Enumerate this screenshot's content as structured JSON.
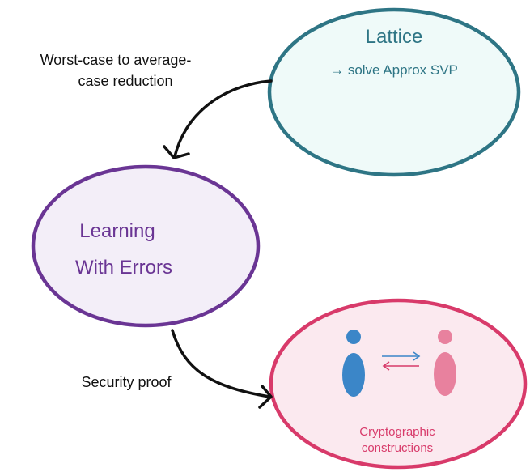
{
  "colors": {
    "lattice_stroke": "#2e7585",
    "lattice_fill": "#effaf9",
    "lattice_text": "#2e7585",
    "lwe_stroke": "#6a3594",
    "lwe_fill": "#f3eef8",
    "lwe_text": "#6a3594",
    "crypto_stroke": "#d83a6a",
    "crypto_fill": "#fbe9ef",
    "crypto_text": "#d83a6a",
    "arrow": "#111111",
    "person_left": "#3b86c8",
    "person_right": "#e8819e",
    "exchange_top": "#3b86c8",
    "exchange_bottom": "#d83a6a"
  },
  "lattice": {
    "title": "Lattice",
    "subtitle": "→ solve Approx SVP"
  },
  "lwe": {
    "line1": "Learning",
    "line2": "With Errors"
  },
  "crypto": {
    "line1": "Cryptographic",
    "line2": "constructions",
    "icons": [
      "person-icon",
      "exchange-arrows-icon",
      "person-icon"
    ]
  },
  "reduction_label": {
    "line1": "Worst-case to average-",
    "line2": "case reduction"
  },
  "security_label": "Security proof"
}
